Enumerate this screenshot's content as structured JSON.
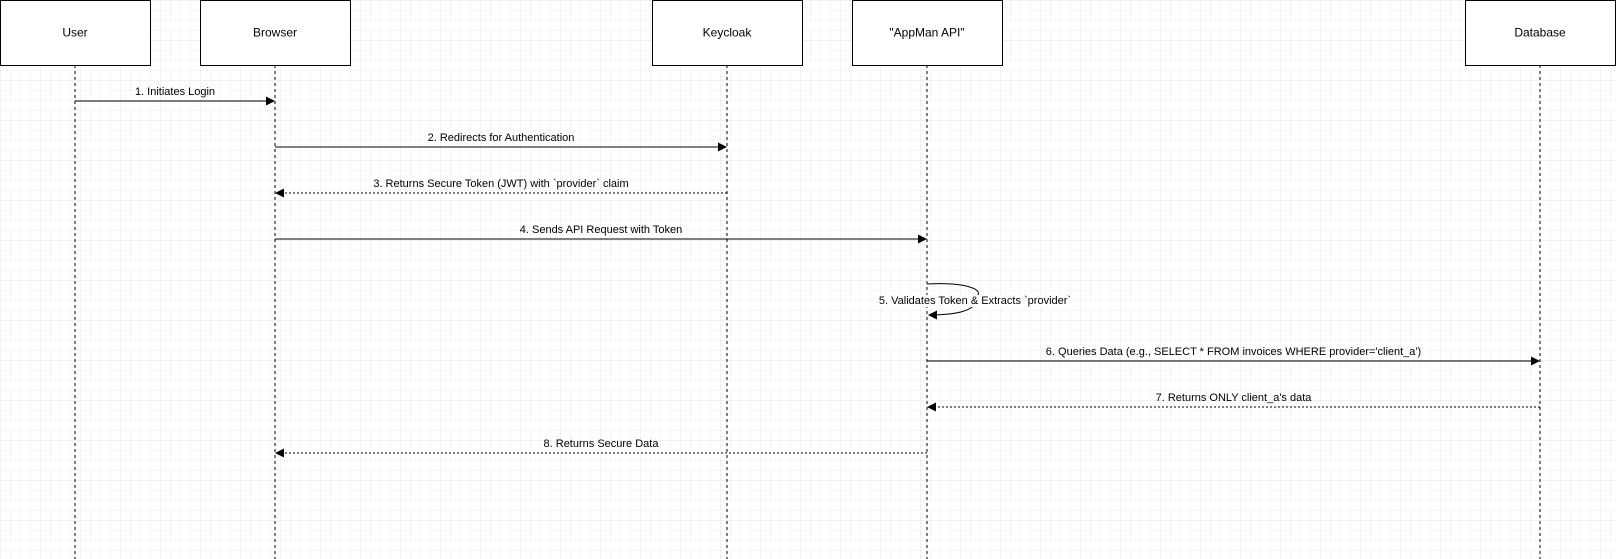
{
  "diagram": {
    "type": "sequence",
    "participants": [
      {
        "id": "user",
        "label": "User"
      },
      {
        "id": "browser",
        "label": "Browser"
      },
      {
        "id": "keycloak",
        "label": "Keycloak"
      },
      {
        "id": "api",
        "label": "\"AppMan API\""
      },
      {
        "id": "database",
        "label": "Database"
      }
    ],
    "messages": [
      {
        "from": "user",
        "to": "browser",
        "label": "1. Initiates Login",
        "style": "solid"
      },
      {
        "from": "browser",
        "to": "keycloak",
        "label": "2. Redirects for Authentication",
        "style": "solid"
      },
      {
        "from": "keycloak",
        "to": "browser",
        "label": "3. Returns Secure Token (JWT) with `provider` claim",
        "style": "dotted"
      },
      {
        "from": "browser",
        "to": "api",
        "label": "4. Sends API Request with Token",
        "style": "solid"
      },
      {
        "from": "api",
        "to": "api",
        "label": "5. Validates Token & Extracts `provider`",
        "style": "solid"
      },
      {
        "from": "api",
        "to": "database",
        "label": "6. Queries Data (e.g., SELECT * FROM invoices WHERE provider='client_a')",
        "style": "solid"
      },
      {
        "from": "database",
        "to": "api",
        "label": "7. Returns ONLY client_a's data",
        "style": "dotted"
      },
      {
        "from": "api",
        "to": "browser",
        "label": "8. Returns Secure Data",
        "style": "dotted"
      }
    ]
  },
  "colors": {
    "grid": "#eeeeee",
    "stroke": "#000000",
    "background": "#ffffff"
  }
}
